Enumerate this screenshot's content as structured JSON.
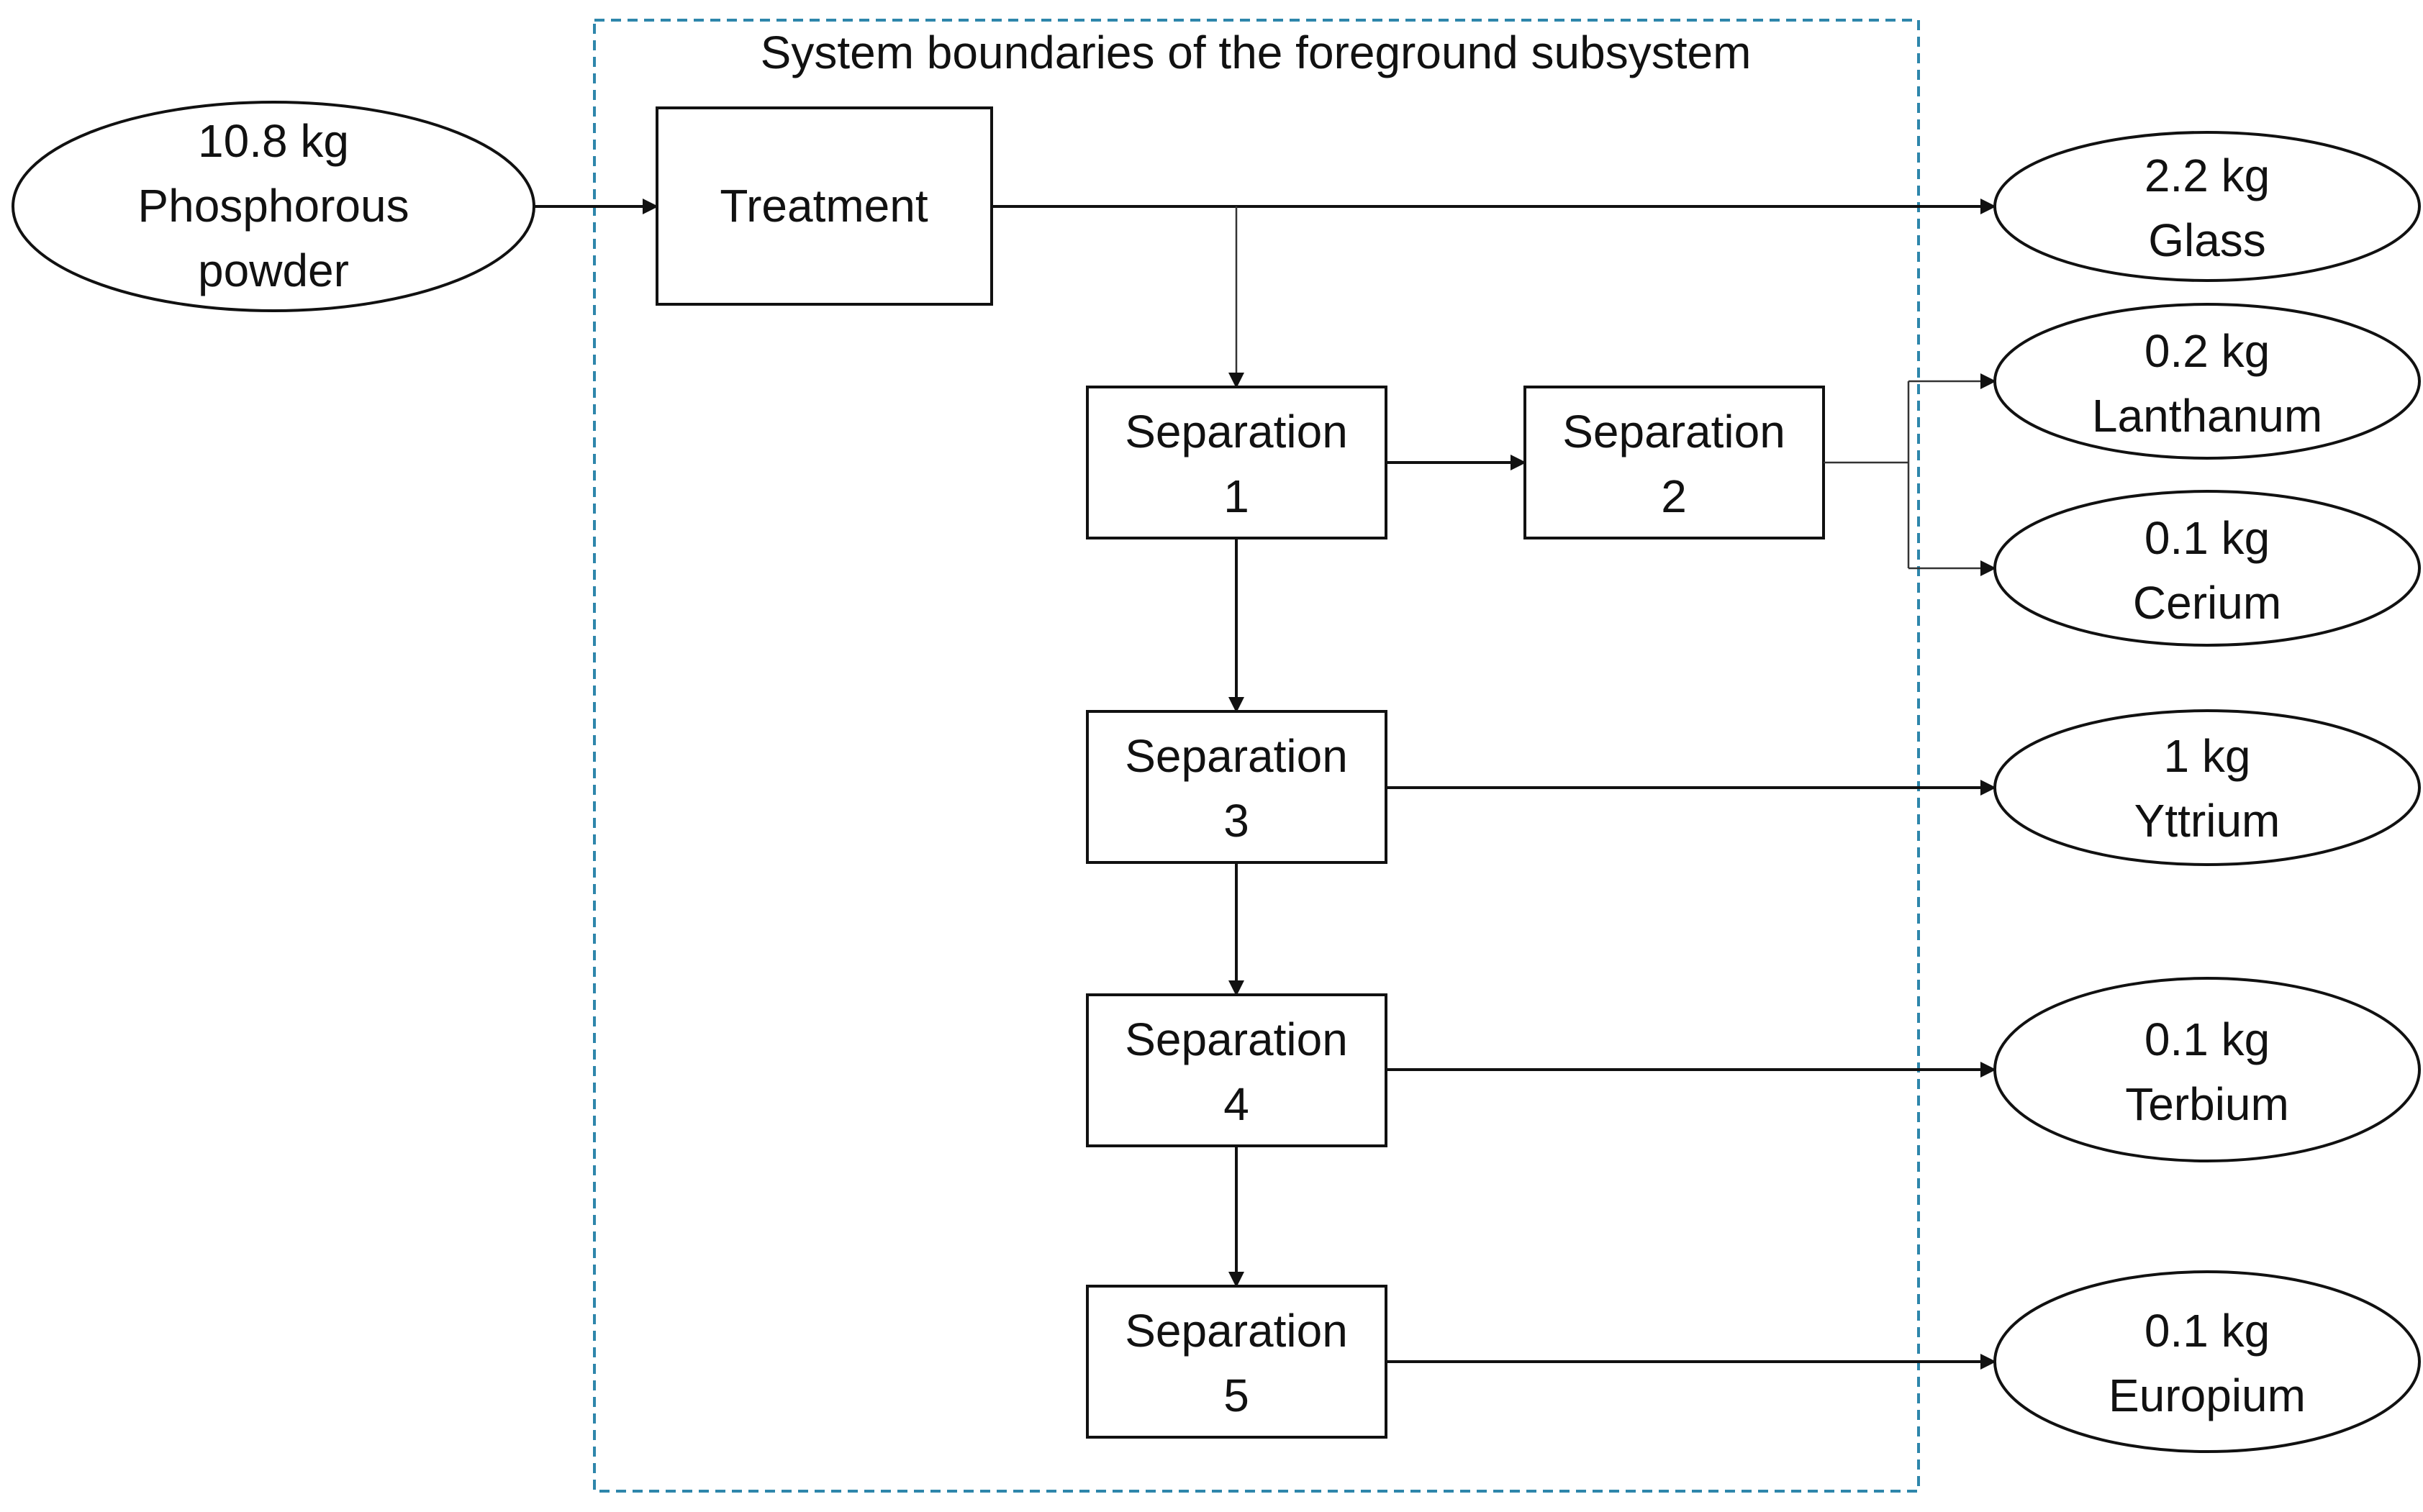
{
  "boundary": {
    "label": "System boundaries of the foreground subsystem"
  },
  "input": {
    "line1": "10.8 kg",
    "line2": "Phosphorous",
    "line3": "powder"
  },
  "processes": {
    "treatment": "Treatment",
    "sep1": {
      "line1": "Separation",
      "line2": "1"
    },
    "sep2": {
      "line1": "Separation",
      "line2": "2"
    },
    "sep3": {
      "line1": "Separation",
      "line2": "3"
    },
    "sep4": {
      "line1": "Separation",
      "line2": "4"
    },
    "sep5": {
      "line1": "Separation",
      "line2": "5"
    }
  },
  "outputs": {
    "glass": {
      "amount": "2.2 kg",
      "name": "Glass"
    },
    "lanthanum": {
      "amount": "0.2 kg",
      "name": "Lanthanum"
    },
    "cerium": {
      "amount": "0.1 kg",
      "name": "Cerium"
    },
    "yttrium": {
      "amount": "1 kg",
      "name": "Yttrium"
    },
    "terbium": {
      "amount": "0.1 kg",
      "name": "Terbium"
    },
    "europium": {
      "amount": "0.1 kg",
      "name": "Europium"
    }
  },
  "colors": {
    "boundary": "#2E86AB",
    "stroke": "#111111"
  }
}
